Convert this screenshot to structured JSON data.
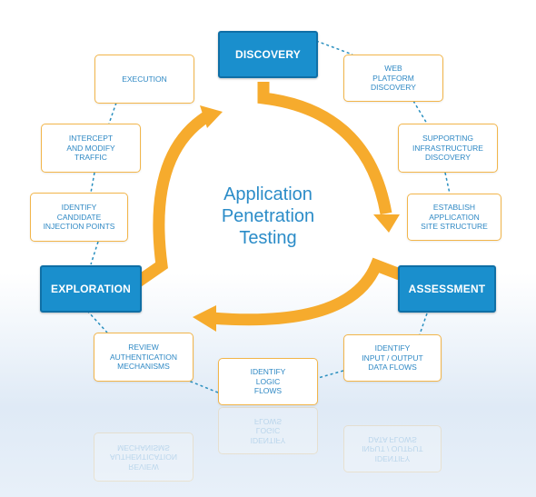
{
  "center_title": "Application\nPenetration\nTesting",
  "phases": {
    "discovery": "DISCOVERY",
    "assessment": "ASSESSMENT",
    "exploration": "EXPLORATION"
  },
  "discovery_steps": [
    "WEB\nPLATFORM\nDISCOVERY",
    "SUPPORTING\nINFRASTRUCTURE\nDISCOVERY",
    "ESTABLISH\nAPPLICATION\nSITE STRUCTURE"
  ],
  "assessment_steps": [
    "IDENTIFY\nINPUT / OUTPUT\nDATA FLOWS",
    "IDENTIFY\nLOGIC\nFLOWS",
    "REVIEW\nAUTHENTICATION\nMECHANISMS"
  ],
  "exploration_steps": [
    "IDENTIFY\nCANDIDATE\nINJECTION POINTS",
    "INTERCEPT\nAND MODIFY\nTRAFFIC",
    "EXECUTION"
  ],
  "colors": {
    "phase_fill": "#1a8fcd",
    "arrow": "#f6ab2d",
    "step_border": "#f2b54a",
    "text_blue": "#2e88c4",
    "connector": "#2a8fbf"
  }
}
